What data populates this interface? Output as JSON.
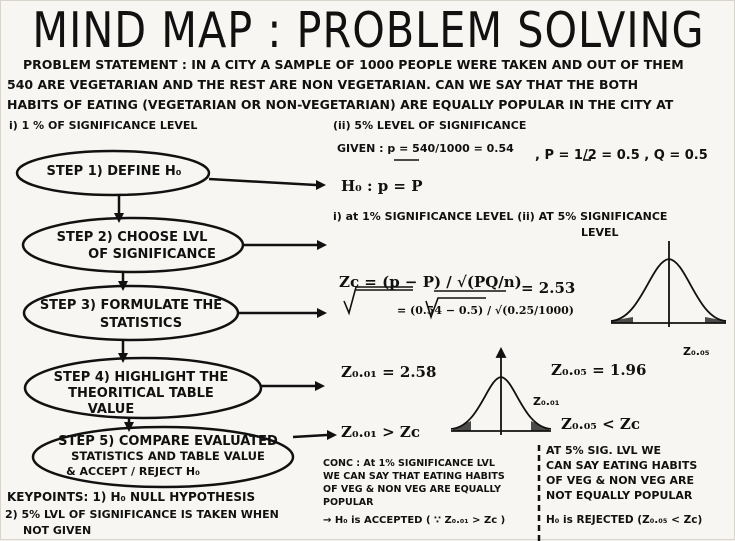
{
  "title": "MIND MAP : PROBLEM SOLVING",
  "problem": {
    "line1": "PROBLEM STATEMENT : IN A CITY A SAMPLE OF 1000 PEOPLE WERE TAKEN AND OUT OF THEM",
    "line2": "540 ARE VEGETARIAN AND THE REST ARE NON VEGETARIAN. CAN WE SAY THAT THE BOTH",
    "line3": "HABITS OF EATING (VEGETARIAN OR NON-VEGETARIAN) ARE EQUALLY POPULAR IN THE CITY AT",
    "opt1": "i) 1 % OF SIGNIFICANCE LEVEL",
    "opt2": "(ii) 5% LEVEL OF SIGNIFICANCE"
  },
  "steps": [
    {
      "label": "STEP 1) DEFINE H₀"
    },
    {
      "label": "STEP 2) CHOOSE LVL",
      "label2": "OF SIGNIFICANCE"
    },
    {
      "label": "STEP 3) FORMULATE THE",
      "label2": "STATISTICS"
    },
    {
      "label": "STEP 4) HIGHLIGHT THE",
      "label2": "THEORITICAL TABLE",
      "label3": "VALUE"
    },
    {
      "label": "STEP 5) COMPARE EVALUATED",
      "label2": "STATISTICS AND TABLE VALUE",
      "label3": "& ACCEPT / REJECT H₀"
    }
  ],
  "right": {
    "given": "GIVEN :  p = 540/1000 = 0.54",
    "given2": ",  P = 1/2 = 0.5 ,  Q = 0.5",
    "h0": "H₀ :  p = P",
    "levels": "i) at 1% SIGNIFICANCE LEVEL   (ii) AT 5% SIGNIFICANCE",
    "levels2": "LEVEL",
    "zc_formula": "Zᴄ = (p − P) / √(PQ/n)",
    "zc_sub": "= (0.54 − 0.5) / √(0.25/1000)",
    "zc_value": "= 2.53",
    "z001": "Z₀.₀₁ = 2.58",
    "z005": "Z₀.₀₅ = 1.96",
    "cmp1": "Z₀.₀₁ > Zᴄ",
    "cmp2": "Z₀.₀₅ < Zᴄ",
    "conc1": "CONC : At 1% SIGNIFICANCE LVL",
    "conc2": "WE CAN SAY THAT EATING HABITS",
    "conc3": "OF VEG & NON VEG ARE EQUALLY",
    "conc4": "POPULAR",
    "conc5": "→ H₀ is ACCEPTED ( ∵ Z₀.₀₁ > Zᴄ )",
    "rconc1": "AT 5% SIG. LVL WE",
    "rconc2": "CAN SAY EATING HABITS",
    "rconc3": "OF VEG & NON VEG ARE",
    "rconc4": "NOT EQUALLY POPULAR",
    "rconc5": "H₀ is REJECTED (Z₀.₀₅ < Zᴄ)",
    "curve1_label": "Z₀.₀₁",
    "curve2_label": "Z₀.₀₅"
  },
  "keypoints": {
    "line1": "KEYPOINTS: 1) H₀ NULL HYPOTHESIS",
    "line2": "2) 5% LVL OF SIGNIFICANCE IS TAKEN WHEN",
    "line3": "NOT GIVEN"
  }
}
